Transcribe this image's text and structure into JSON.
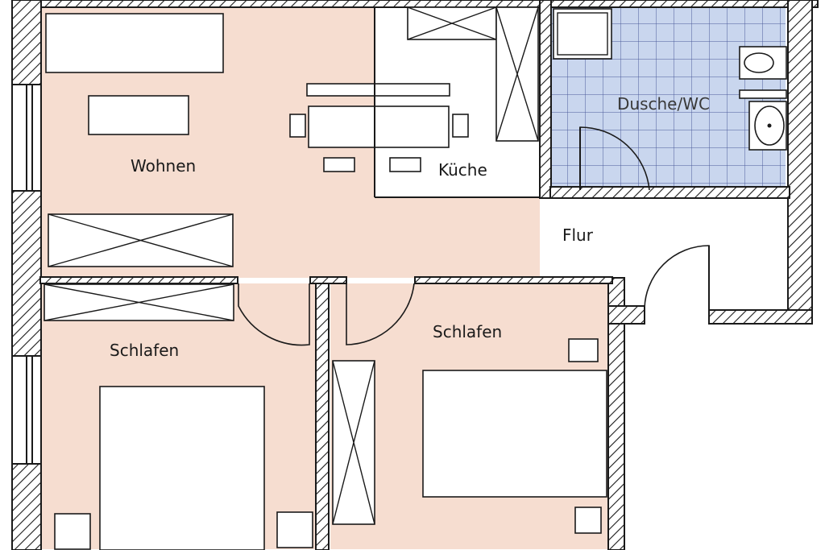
{
  "colors": {
    "room_fill": "#f6ddd0",
    "tile_fill": "#c9d6ee",
    "tile_grid": "#4a5a9a",
    "wall_line": "#1a1a1a",
    "background": "#ffffff"
  },
  "rooms": {
    "wohnen": "Wohnen",
    "kueche": "Küche",
    "dusche_wc": "Dusche/WC",
    "flur": "Flur",
    "schlafen_left": "Schlafen",
    "schlafen_right": "Schlafen"
  }
}
